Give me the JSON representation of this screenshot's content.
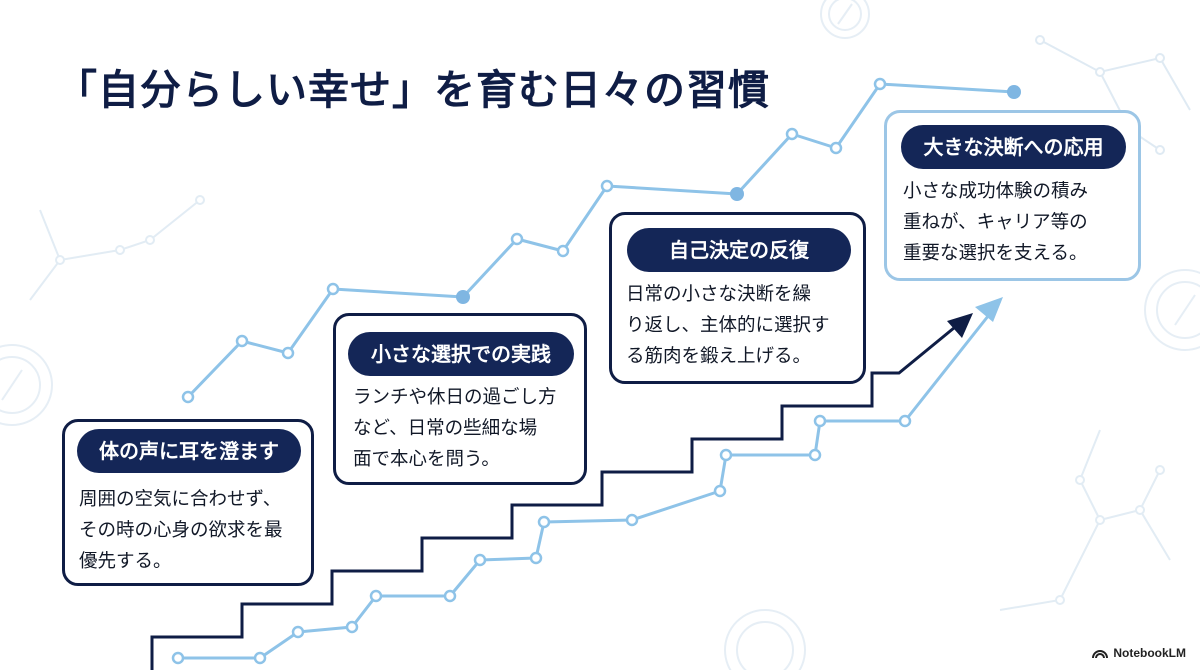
{
  "title": "「自分らしい幸せ」を育む日々の習慣",
  "steps": [
    {
      "title": "体の声に耳を澄ます",
      "body": "周囲の空気に合わせず、\nその時の心身の欲求を最\n優先する。"
    },
    {
      "title": "小さな選択での実践",
      "body": "ランチや休日の過ごし方\nなど、日常の些細な場\n面で本心を問う。"
    },
    {
      "title": "自己決定の反復",
      "body": "日常の小さな決断を繰\nり返し、主体的に選択す\nる筋肉を鍛え上げる。"
    },
    {
      "title": "大きな決断への応用",
      "body": "小さな成功体験の積み\n重ねが、キャリア等の\n重要な選択を支える。"
    }
  ],
  "brand": {
    "name": "NotebookLM",
    "icon": "notebooklm-logo-icon"
  },
  "colors": {
    "navy": "#0f1d45",
    "accent_light_blue": "#8ec3e8",
    "point_blue": "#7fb6e2"
  }
}
